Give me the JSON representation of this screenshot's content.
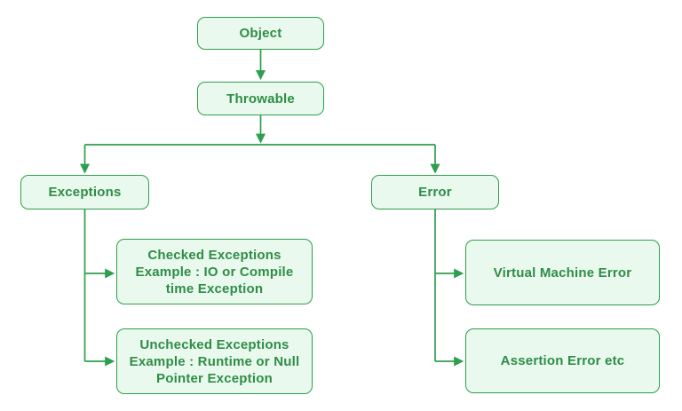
{
  "colors": {
    "text": "#2f8d46",
    "line": "#2f9e4e",
    "node_fill": "#e9f9ee",
    "background": "#ffffff"
  },
  "nodes": {
    "object": {
      "label": "Object"
    },
    "throwable": {
      "label": "Throwable"
    },
    "exceptions": {
      "label": "Exceptions"
    },
    "error": {
      "label": "Error"
    },
    "checked_exceptions": {
      "label": "Checked Exceptions\nExample : IO or Compile\ntime Exception"
    },
    "unchecked_exceptions": {
      "label": "Unchecked Exceptions\nExample : Runtime or Null\nPointer Exception"
    },
    "virtual_machine_error": {
      "label": "Virtual Machine Error"
    },
    "assertion_error": {
      "label": "Assertion Error etc"
    }
  },
  "edges": [
    {
      "from": "Object",
      "to": "Throwable"
    },
    {
      "from": "Throwable",
      "to": "Exceptions"
    },
    {
      "from": "Throwable",
      "to": "Error"
    },
    {
      "from": "Exceptions",
      "to": "Checked Exceptions"
    },
    {
      "from": "Exceptions",
      "to": "Unchecked Exceptions"
    },
    {
      "from": "Error",
      "to": "Virtual Machine Error"
    },
    {
      "from": "Error",
      "to": "Assertion Error etc"
    }
  ]
}
